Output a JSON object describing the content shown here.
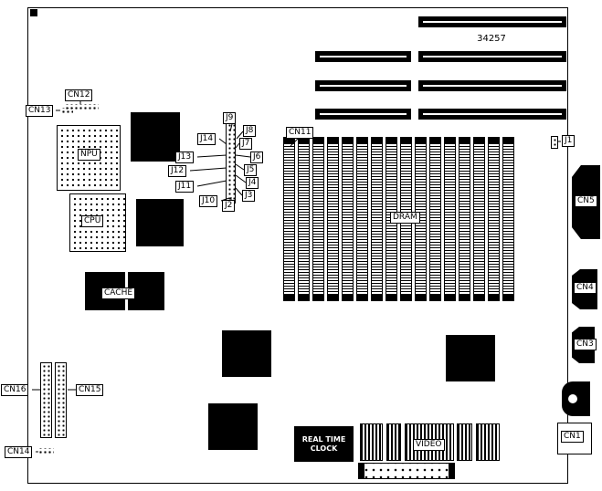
{
  "diagram": {
    "part_number": "34257",
    "labels": {
      "cn1": "CN1",
      "cn3": "CN3",
      "cn4": "CN4",
      "cn5": "CN5",
      "cn11": "CN11",
      "cn12": "CN12",
      "cn13": "CN13",
      "cn14": "CN14",
      "cn15": "CN15",
      "cn16": "CN16",
      "j1": "J1",
      "j2": "J2",
      "j3": "J3",
      "j4": "J4",
      "j5": "J5",
      "j6": "J6",
      "j7": "J7",
      "j8": "J8",
      "j9": "J9",
      "j10": "J10",
      "j11": "J11",
      "j12": "J12",
      "j13": "J13",
      "j14": "J14",
      "npu": "NPU",
      "cpu": "CPU",
      "cache": "CACHE",
      "dram": "DRAM",
      "video": "VIDEO",
      "rtc_line1": "REAL TIME",
      "rtc_line2": "CLOCK"
    },
    "dram": {
      "slot_count": 16
    }
  }
}
